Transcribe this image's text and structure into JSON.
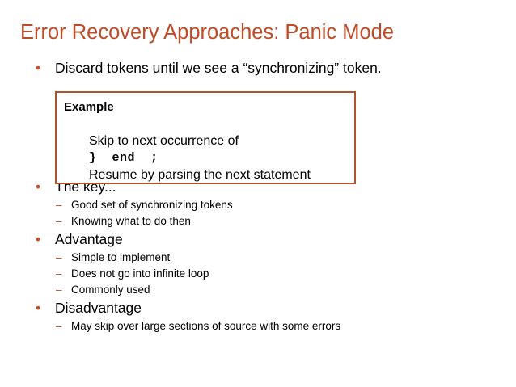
{
  "slide": {
    "title": "Error Recovery Approaches: Panic Mode",
    "title_color": "#bf4a25",
    "accent_color": "#c4502a",
    "background_color": "#ffffff",
    "bullet_glyph": "•",
    "dash_glyph": "–",
    "intro_bullet": "Discard tokens until we see a “synchronizing” token.",
    "example_box": {
      "border_color": "#b1522c",
      "heading": "Example",
      "line1": "Skip to next occurrence of",
      "code": "}  end  ;",
      "line3": "Resume by parsing the next statement"
    },
    "sections": [
      {
        "heading": "The key...",
        "items": [
          "Good set of synchronizing tokens",
          "Knowing what to do then"
        ]
      },
      {
        "heading": "Advantage",
        "items": [
          "Simple to implement",
          "Does not go into infinite loop",
          "Commonly used"
        ]
      },
      {
        "heading": "Disadvantage",
        "items": [
          "May skip over large sections of source with some errors"
        ]
      }
    ]
  }
}
